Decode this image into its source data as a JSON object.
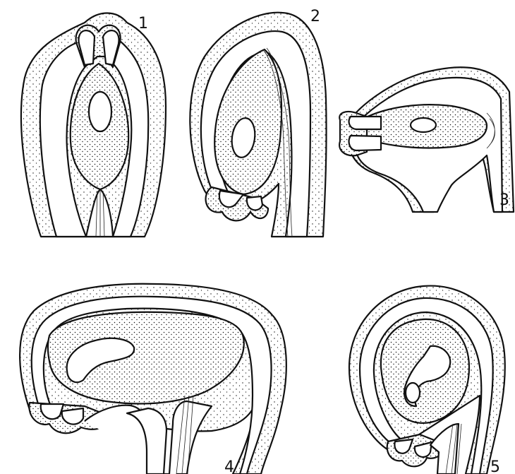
{
  "figure": {
    "labels": [
      {
        "id": "1",
        "text": "1"
      },
      {
        "id": "2",
        "text": "2"
      },
      {
        "id": "3",
        "text": "3"
      },
      {
        "id": "4",
        "text": "4"
      },
      {
        "id": "5",
        "text": "5"
      }
    ],
    "colors": {
      "ink": "#111111",
      "paper": "#ffffff"
    }
  }
}
